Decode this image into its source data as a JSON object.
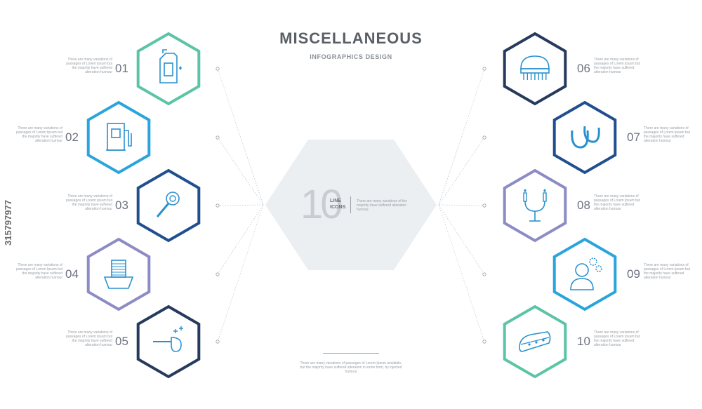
{
  "header": {
    "title": "MISCELLANEOUS",
    "subtitle": "INFOGRAPHICS DESIGN"
  },
  "center": {
    "big_number": "10",
    "line_label": "LINE",
    "icons_label": "ICONS",
    "description": "There are many variations of the majority have suffered alteration humour."
  },
  "footer": {
    "description": "There are many variations of passages of Lorem Ipsum available, but the majority have suffered alteration in some form, by injected humour"
  },
  "watermark": "315797977",
  "colors": {
    "teal": "#5cc4a6",
    "light_blue": "#2aa4dc",
    "dark_blue": "#1f4f8f",
    "lavender": "#8c8bc6",
    "navy": "#253a5c",
    "center_hex": "#eceff2",
    "icon": "#2a91cf"
  },
  "items": [
    {
      "number": "01",
      "side": "left",
      "description": "There are many variations of passages of Lorem Ipsum but the majority have suffered alteration humour",
      "icon": "jerrycan-icon",
      "color": "#5cc4a6"
    },
    {
      "number": "02",
      "side": "left",
      "description": "There are many variations of passages of Lorem Ipsum but the majority have suffered alteration humour",
      "icon": "fuel-station-icon",
      "color": "#2aa4dc"
    },
    {
      "number": "03",
      "side": "left",
      "description": "There are many variations of passages of Lorem Ipsum but the majority have suffered alteration humour",
      "icon": "bubble-wand-icon",
      "color": "#1f4f8f"
    },
    {
      "number": "04",
      "side": "left",
      "description": "There are many variations of passages of Lorem Ipsum but the majority have suffered alteration humour",
      "icon": "laundry-basin-icon",
      "color": "#8c8bc6"
    },
    {
      "number": "05",
      "side": "left",
      "description": "There are many variations of passages of Lorem Ipsum but the majority have suffered alteration humour",
      "icon": "ladle-icon",
      "color": "#253a5c"
    },
    {
      "number": "06",
      "side": "right",
      "description": "There are many variations of passages of Lorem Ipsum but the majority have suffered alteration humour",
      "icon": "scrub-brush-icon",
      "color": "#253a5c"
    },
    {
      "number": "07",
      "side": "right",
      "description": "There are many variations of passages of Lorem Ipsum but the majority have suffered alteration humour",
      "icon": "horseshoes-icon",
      "color": "#1f4f8f"
    },
    {
      "number": "08",
      "side": "right",
      "description": "There are many variations of passages of Lorem Ipsum but the majority have suffered alteration humour",
      "icon": "candelabra-icon",
      "color": "#8c8bc6"
    },
    {
      "number": "09",
      "side": "right",
      "description": "There are many variations of passages of Lorem Ipsum but the majority have suffered alteration humour",
      "icon": "thinking-person-icon",
      "color": "#2aa4dc"
    },
    {
      "number": "10",
      "side": "right",
      "description": "There are many variations of passages of Lorem Ipsum but the majority have suffered alteration humour",
      "icon": "sandal-icon",
      "color": "#5cc4a6"
    }
  ]
}
